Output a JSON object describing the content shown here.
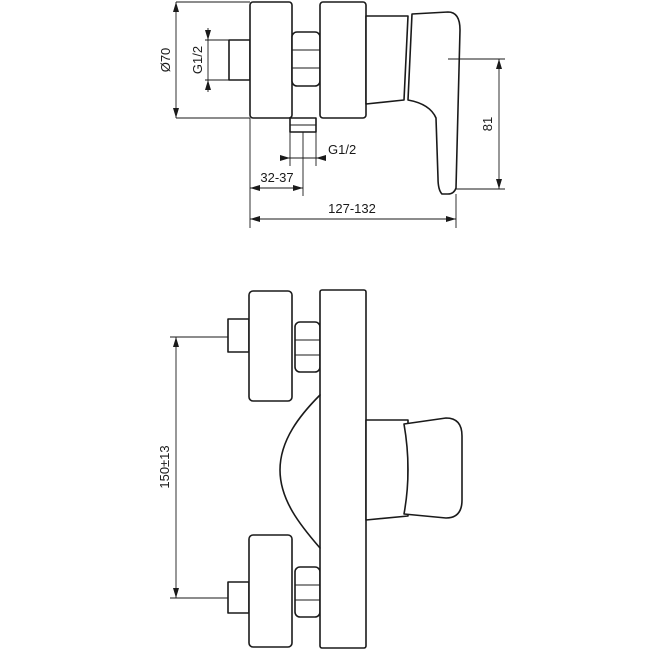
{
  "dimensions": {
    "diameter": "Ø70",
    "thread_top": "G1/2",
    "thread_bottom": "G1/2",
    "offset": "32-37",
    "depth": "127-132",
    "height": "81",
    "center_distance": "150±13"
  }
}
